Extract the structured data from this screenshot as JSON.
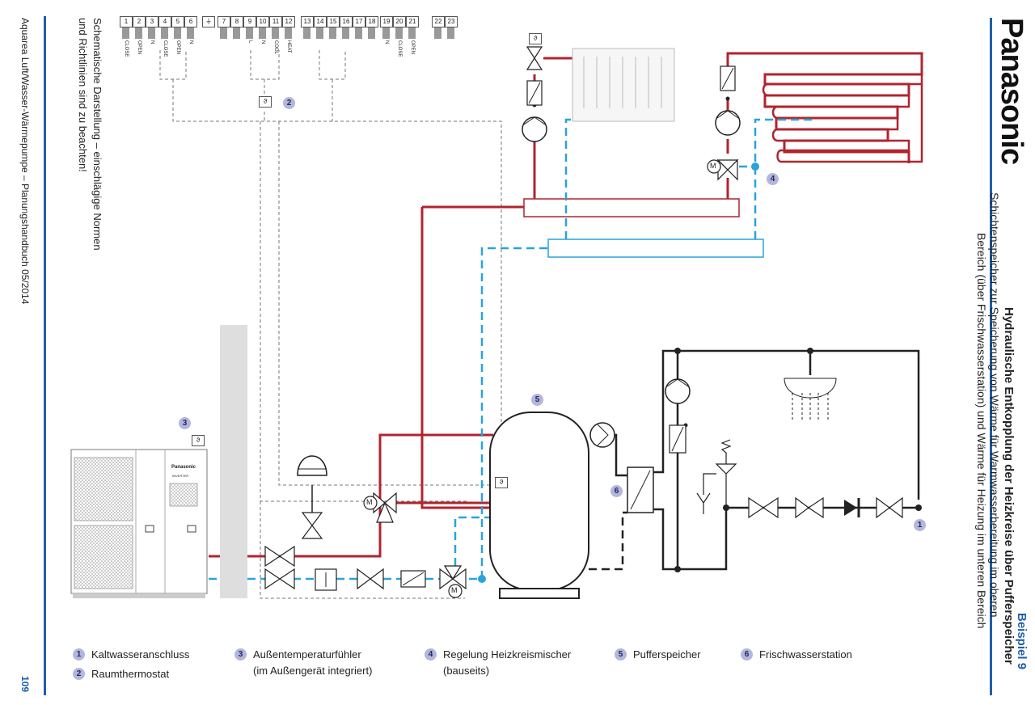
{
  "brand": "Panasonic",
  "example": {
    "label": "Beispiel 9",
    "title": "Hydraulische Entkopplung der Heizkreise über Pufferspeicher",
    "subtitle_line1": "Schichtenspeicher zur Speicherung von Wärme für Warmwasserbereitung im oberen",
    "subtitle_line2": "Bereich (über Frischwasserstation) und Wärme für Heizung im unteren Bereich"
  },
  "note_line1": "Schematische Darstellung – einschlägige Normen",
  "note_line2": "und Richtlinien sind zu beachten!",
  "footer": {
    "left": "Aquarea Luft/Wasser-Wärmepumpe – Planungshandbuch   05/2014",
    "page": "109"
  },
  "terminals": [
    "1",
    "2",
    "3",
    "4",
    "5",
    "6",
    "7",
    "8",
    "9",
    "10",
    "11",
    "12",
    "13",
    "14",
    "15",
    "16",
    "17",
    "18",
    "19",
    "20",
    "21",
    "22",
    "23"
  ],
  "terminal_labels": {
    "t1": "CLOSE",
    "t2": "OPEN",
    "t3": "N",
    "t4": "CLOSE",
    "t5": "OPEN",
    "t6": "N",
    "t9": "L",
    "t10": "N",
    "t11": "COOL",
    "t12": "HEAT",
    "t19": "N",
    "t20": "CLOSE",
    "t21": "OPEN"
  },
  "unit": {
    "brand": "Panasonic",
    "badge": "INVERTER"
  },
  "symbols": {
    "thermo": "ϑ",
    "motor": "M"
  },
  "markers": [
    "1",
    "2",
    "3",
    "4",
    "5",
    "6"
  ],
  "legend": [
    {
      "num": "1",
      "text": "Kaltwasseranschluss"
    },
    {
      "num": "2",
      "text": "Raumthermostat"
    },
    {
      "num": "3",
      "text": "Außentemperaturfühler",
      "text2": "(im Außengerät integriert)"
    },
    {
      "num": "4",
      "text": "Regelung Heizkreismischer",
      "text2": "(bauseits)"
    },
    {
      "num": "5",
      "text": "Pufferspeicher"
    },
    {
      "num": "6",
      "text": "Frischwasserstation"
    }
  ],
  "colors": {
    "hot": "#b0242f",
    "cold": "#2aa3d8",
    "line": "#222222",
    "accent": "#1f5fa8",
    "badge": "#b4b6dc"
  }
}
